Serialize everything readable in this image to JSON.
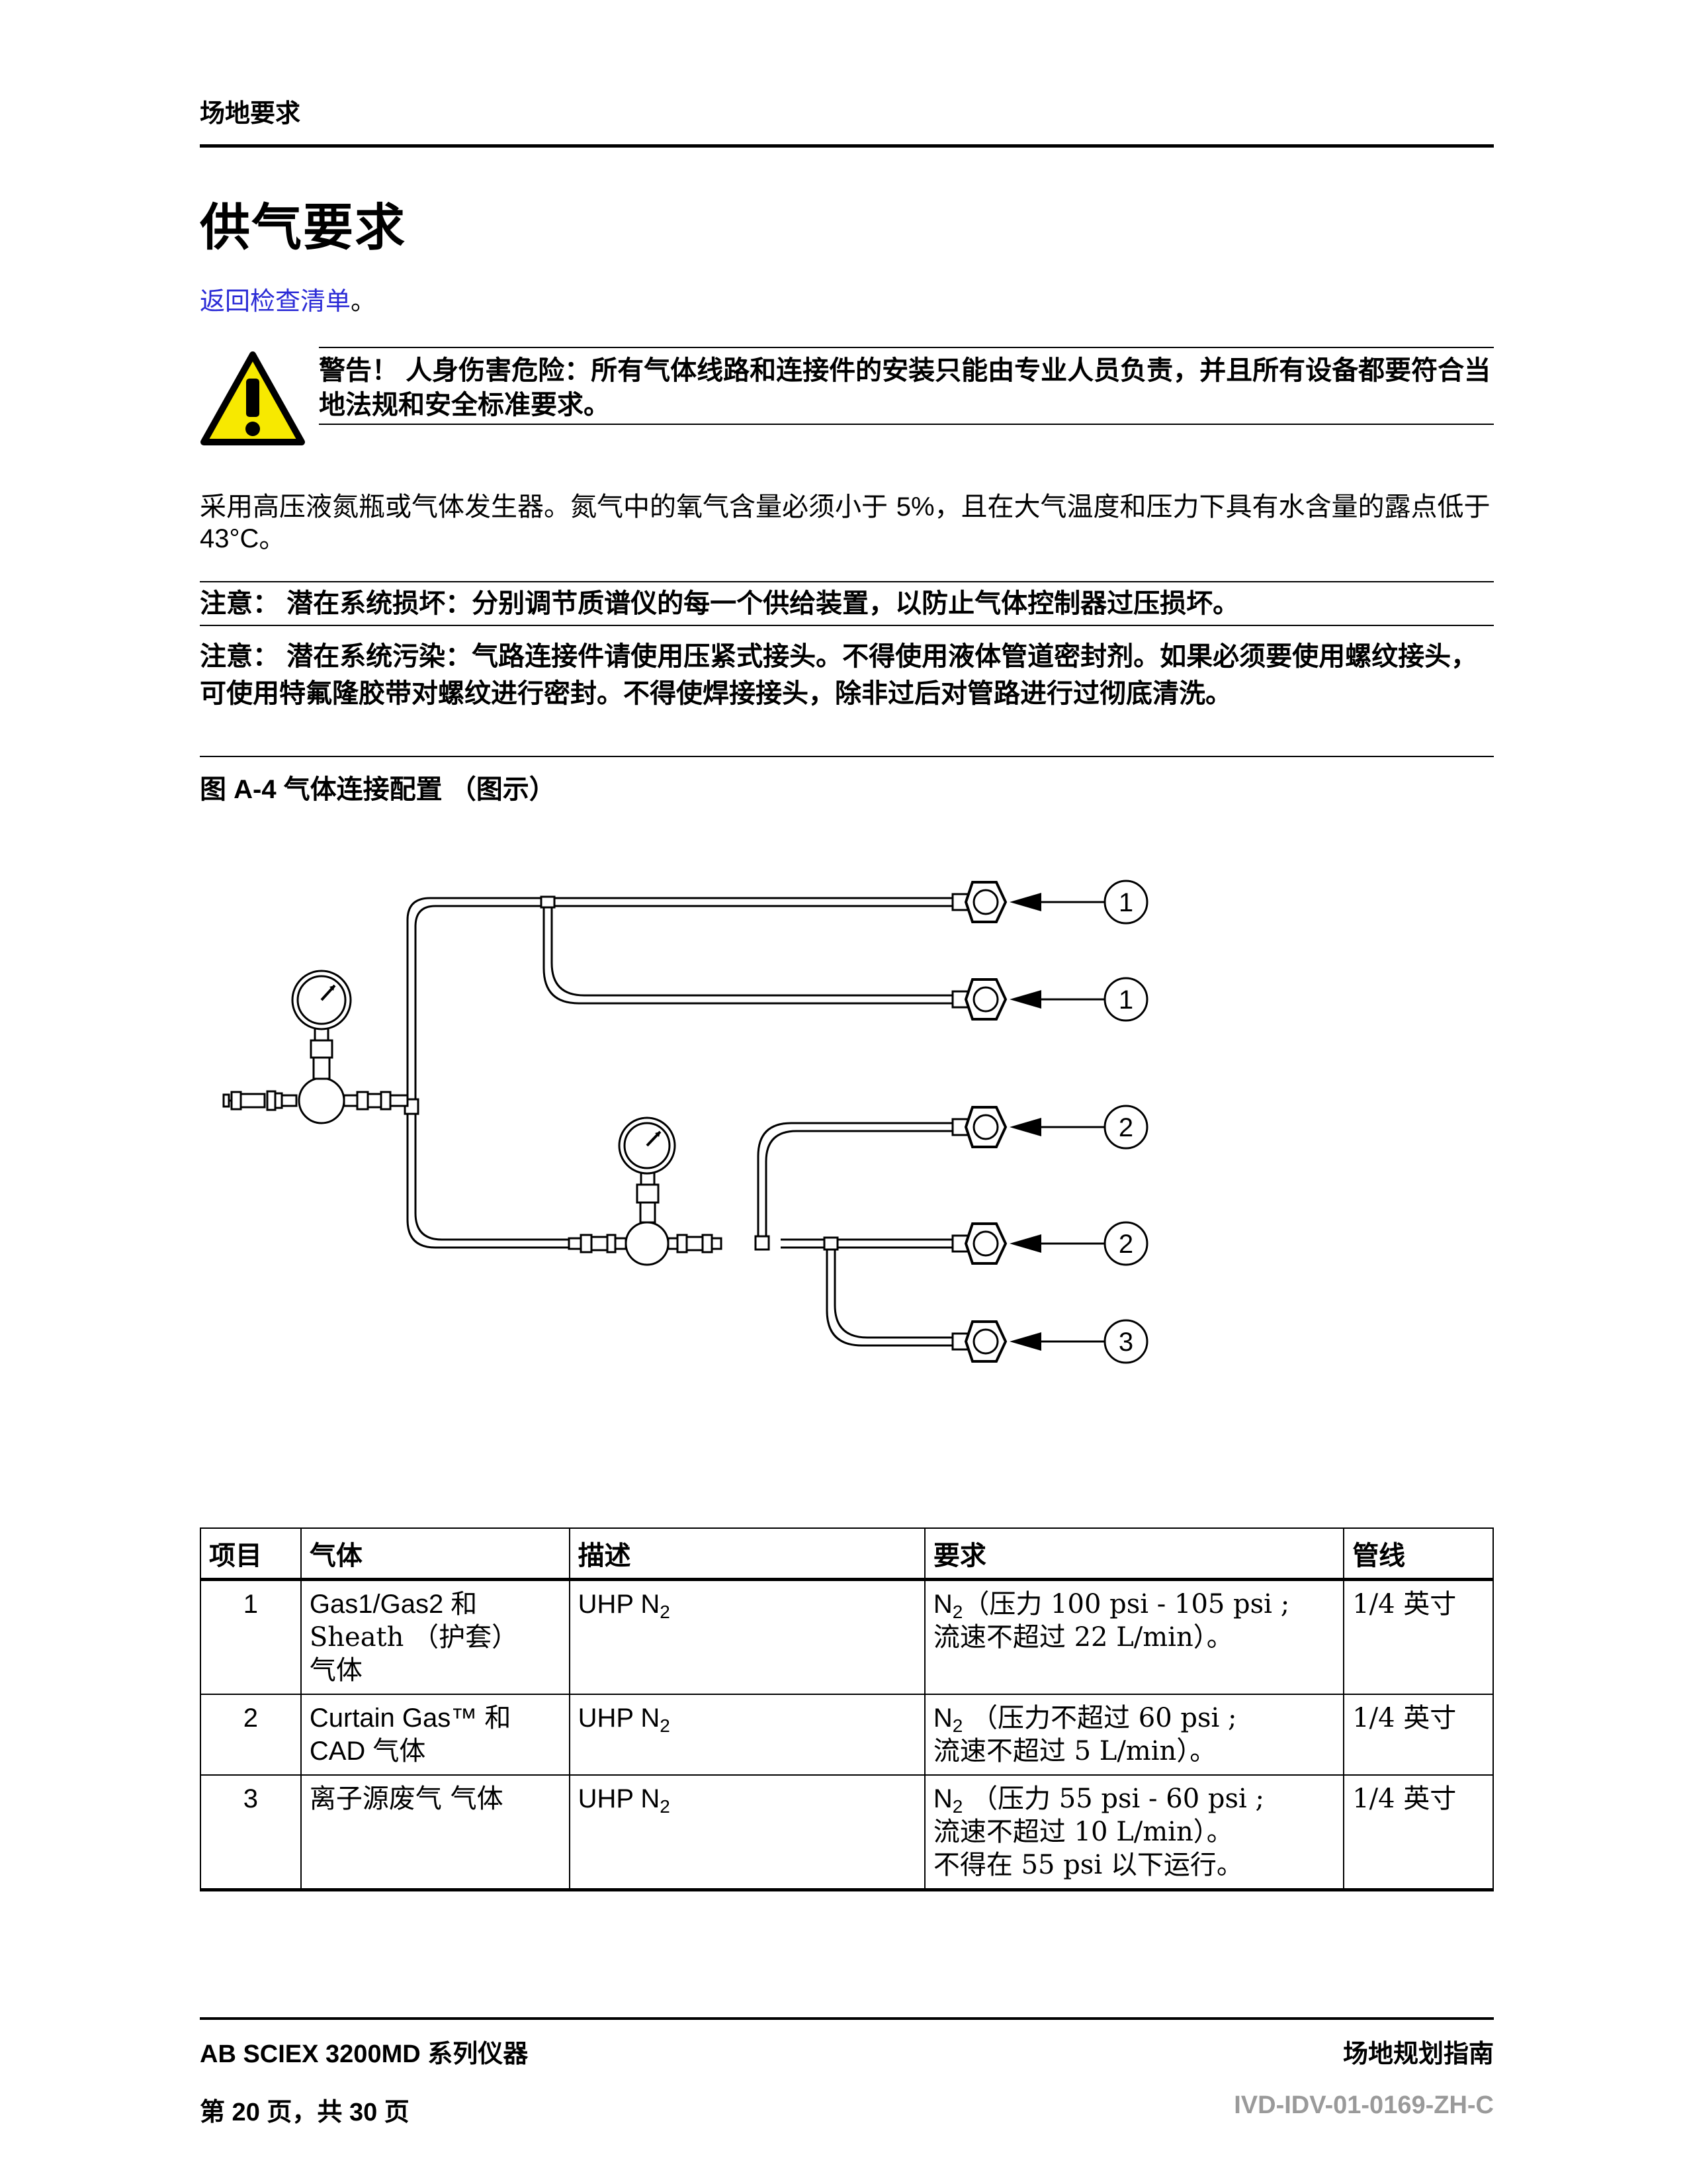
{
  "header": {
    "section": "场地要求"
  },
  "page_title": "供气要求",
  "back_link": {
    "label": "返回检查清单",
    "period": "。"
  },
  "warning": {
    "text": "警告！ 人身伤害危险：所有气体线路和连接件的安装只能由专业人员负责，并且所有设备都要符合当地法规和安全标准要求。"
  },
  "intro": {
    "part1": "采用高压液氮瓶或气体发生器。氮气中的氧气含量必须小于 ",
    "value1": "5%",
    "part2": "，且在大气温度和压力下具有水含量的露点低于 ",
    "value2": "43°C",
    "part3": "。"
  },
  "notes": [
    "注意： 潜在系统损坏：分别调节质谱仪的每一个供给装置，以防止气体控制器过压损坏。",
    "注意： 潜在系统污染：气路连接件请使用压紧式接头。不得使用液体管道密封剂。如果必须要使用螺纹接头，可使用特氟隆胶带对螺纹进行密封。不得使焊接接头，除非过后对管路进行过彻底清洗。"
  ],
  "figure": {
    "caption": "图 A-4  气体连接配置 （图示）",
    "callouts": [
      "1",
      "1",
      "2",
      "2",
      "3"
    ]
  },
  "table": {
    "headers": [
      "项目",
      "气体",
      "描述",
      "要求",
      "管线"
    ],
    "rows": [
      {
        "item": "1",
        "gas_l1": "Gas1/Gas2 和",
        "gas_l2": "Sheath （护套）",
        "gas_l3": "气体",
        "desc": "UHP N",
        "desc_sub": "2",
        "req_n": "N",
        "req_sub": "2",
        "req_l1": "（压力 100 psi - 105 psi ;",
        "req_l2": "流速不超过 22 L/min）。",
        "req_l3": "",
        "line": "1/4 英寸"
      },
      {
        "item": "2",
        "gas_l1": "Curtain Gas™ 和",
        "gas_l2": "CAD 气体",
        "gas_l3": "",
        "desc": "UHP N",
        "desc_sub": "2",
        "req_n": "N",
        "req_sub": "2",
        "req_l1": " （压力不超过 60 psi ;",
        "req_l2": "流速不超过 5 L/min）。",
        "req_l3": "",
        "line": "1/4 英寸"
      },
      {
        "item": "3",
        "gas_l1": "离子源废气 气体",
        "gas_l2": "",
        "gas_l3": "",
        "desc": "UHP N",
        "desc_sub": "2",
        "req_n": "N",
        "req_sub": "2",
        "req_l1": " （压力 55 psi - 60 psi ;",
        "req_l2": "流速不超过 10 L/min）。",
        "req_l3": " 不得在 55 psi 以下运行。",
        "line": "1/4 英寸"
      }
    ]
  },
  "footer": {
    "product": "AB SCIEX 3200MD 系列仪器",
    "guide": "场地规划指南",
    "page": "第 20 页，共 30 页",
    "doc_id": "IVD-IDV-01-0169-ZH-C"
  }
}
